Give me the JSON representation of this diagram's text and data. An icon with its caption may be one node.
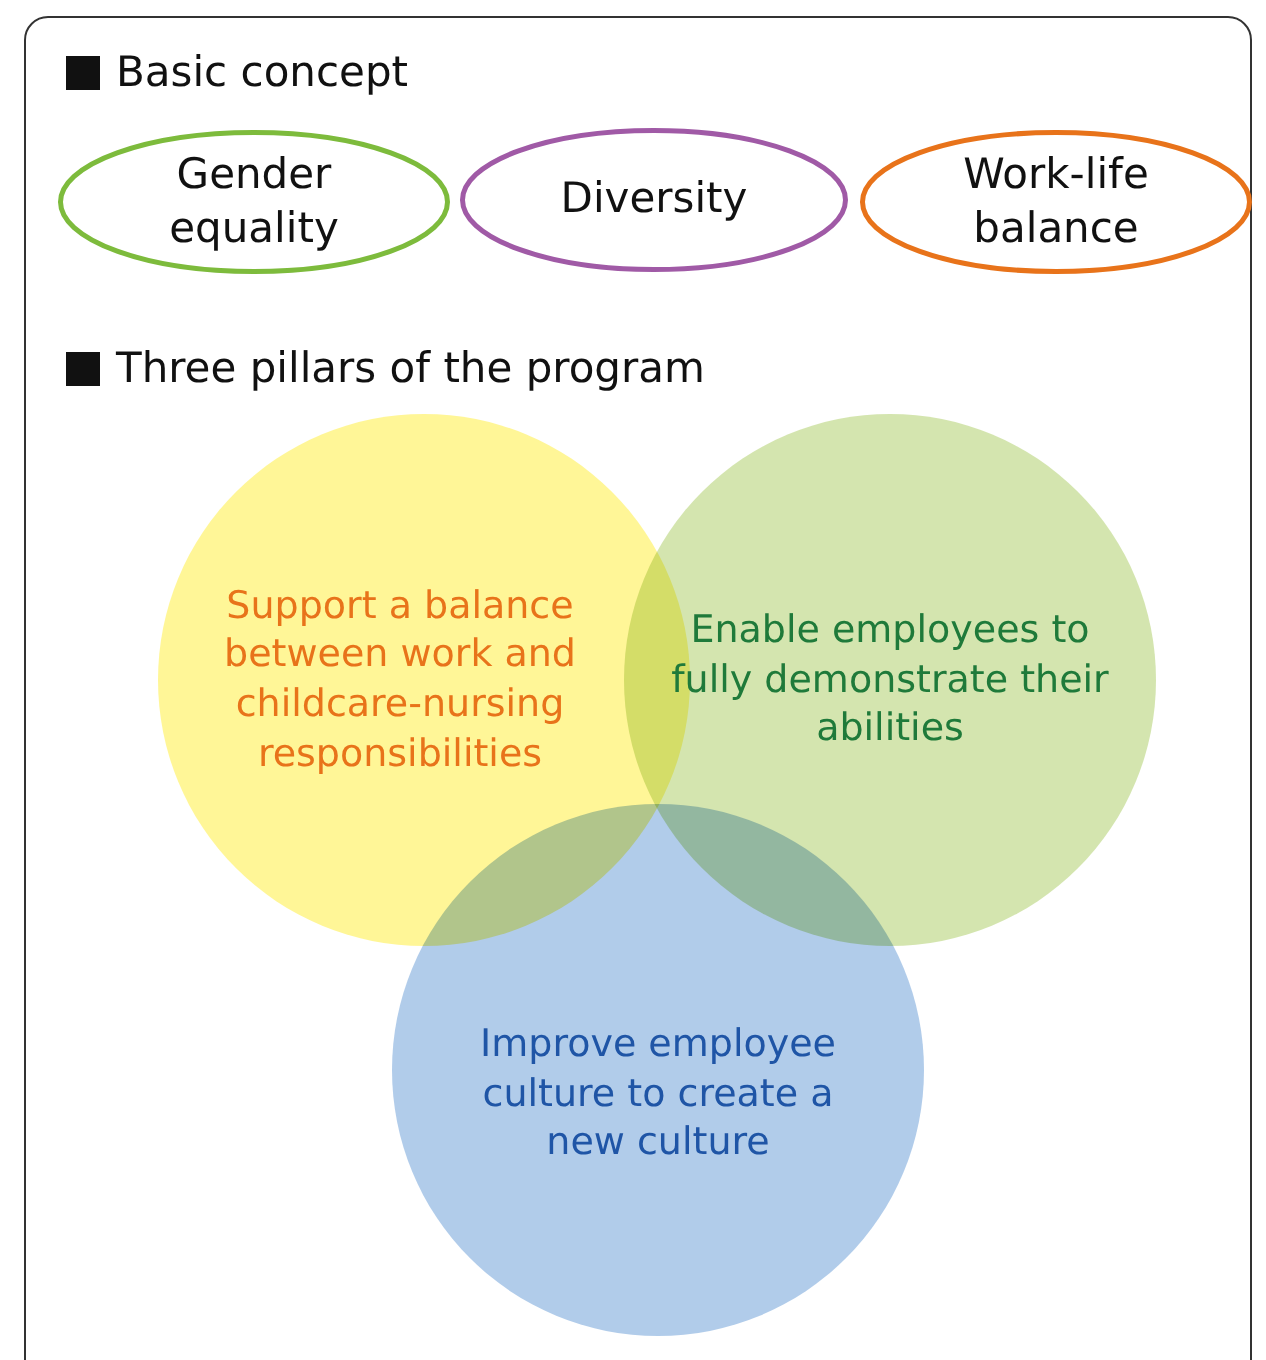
{
  "diagram": {
    "nodes": [
      {
        "text": [
          "Gender equality"
        ]
      },
      {
        "text": [
          "Diversity"
        ]
      },
      {
        "text": [
          "Work-life balance"
        ]
      },
      {
        "text": [
          "Support a balance between work and childcare-nursing responsibilities"
        ]
      },
      {
        "text": [
          "Enable employees to fully demonstrate their abilities"
        ]
      },
      {
        "text": [
          "Improve employee culture to create a new culture"
        ]
      }
    ],
    "edges": [],
    "labels": [
      "Basic concept",
      "Three pillars of the program"
    ]
  }
}
